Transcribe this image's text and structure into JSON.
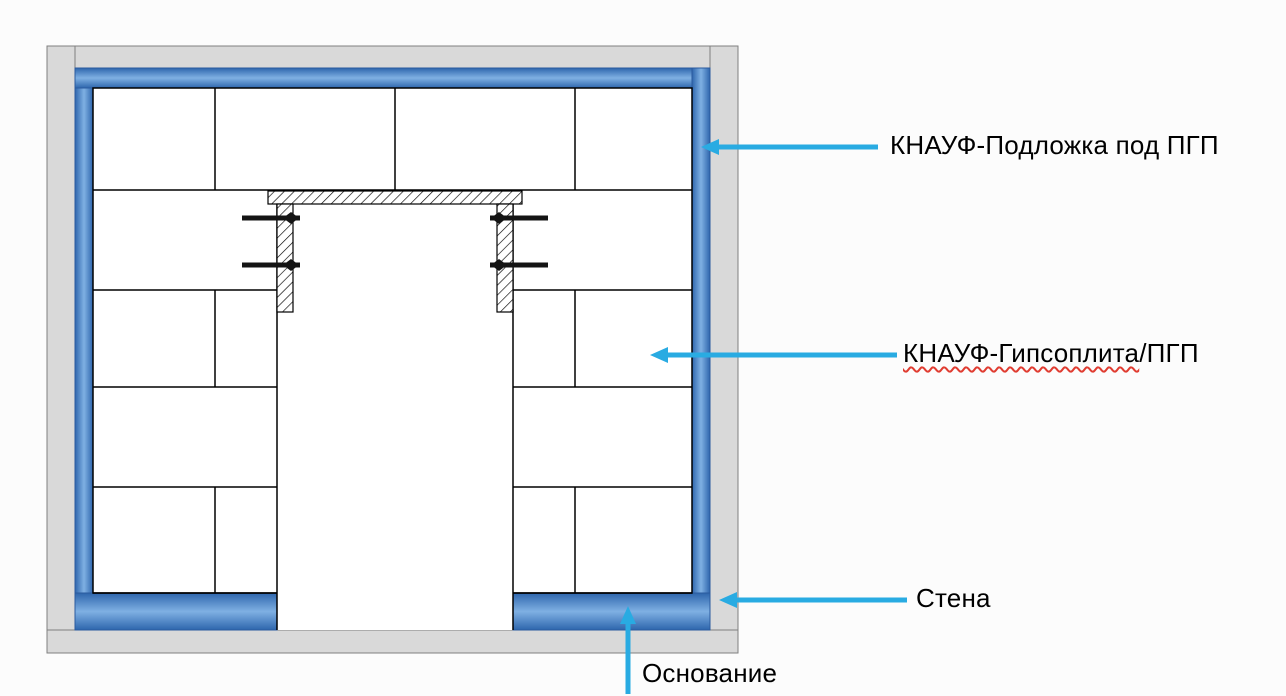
{
  "slide": {
    "labels": {
      "underlay": "КНАУФ-Подложка под ПГП",
      "board_main": "КНАУФ-Гипсоплита",
      "board_suffix": "/ПГП",
      "wall": "Стена",
      "base": "Основание"
    },
    "colors": {
      "arrow_blue": "#29abe2",
      "underlay_blue": "#2e66ad",
      "underlay_blue_light": "#7fb0e3",
      "wall_gray": "#d9d9d9",
      "wall_gray_edge": "#7f7f7f",
      "line_black": "#000000",
      "spellcheck_red": "#e03c31",
      "background": "#fcfcfc"
    }
  }
}
